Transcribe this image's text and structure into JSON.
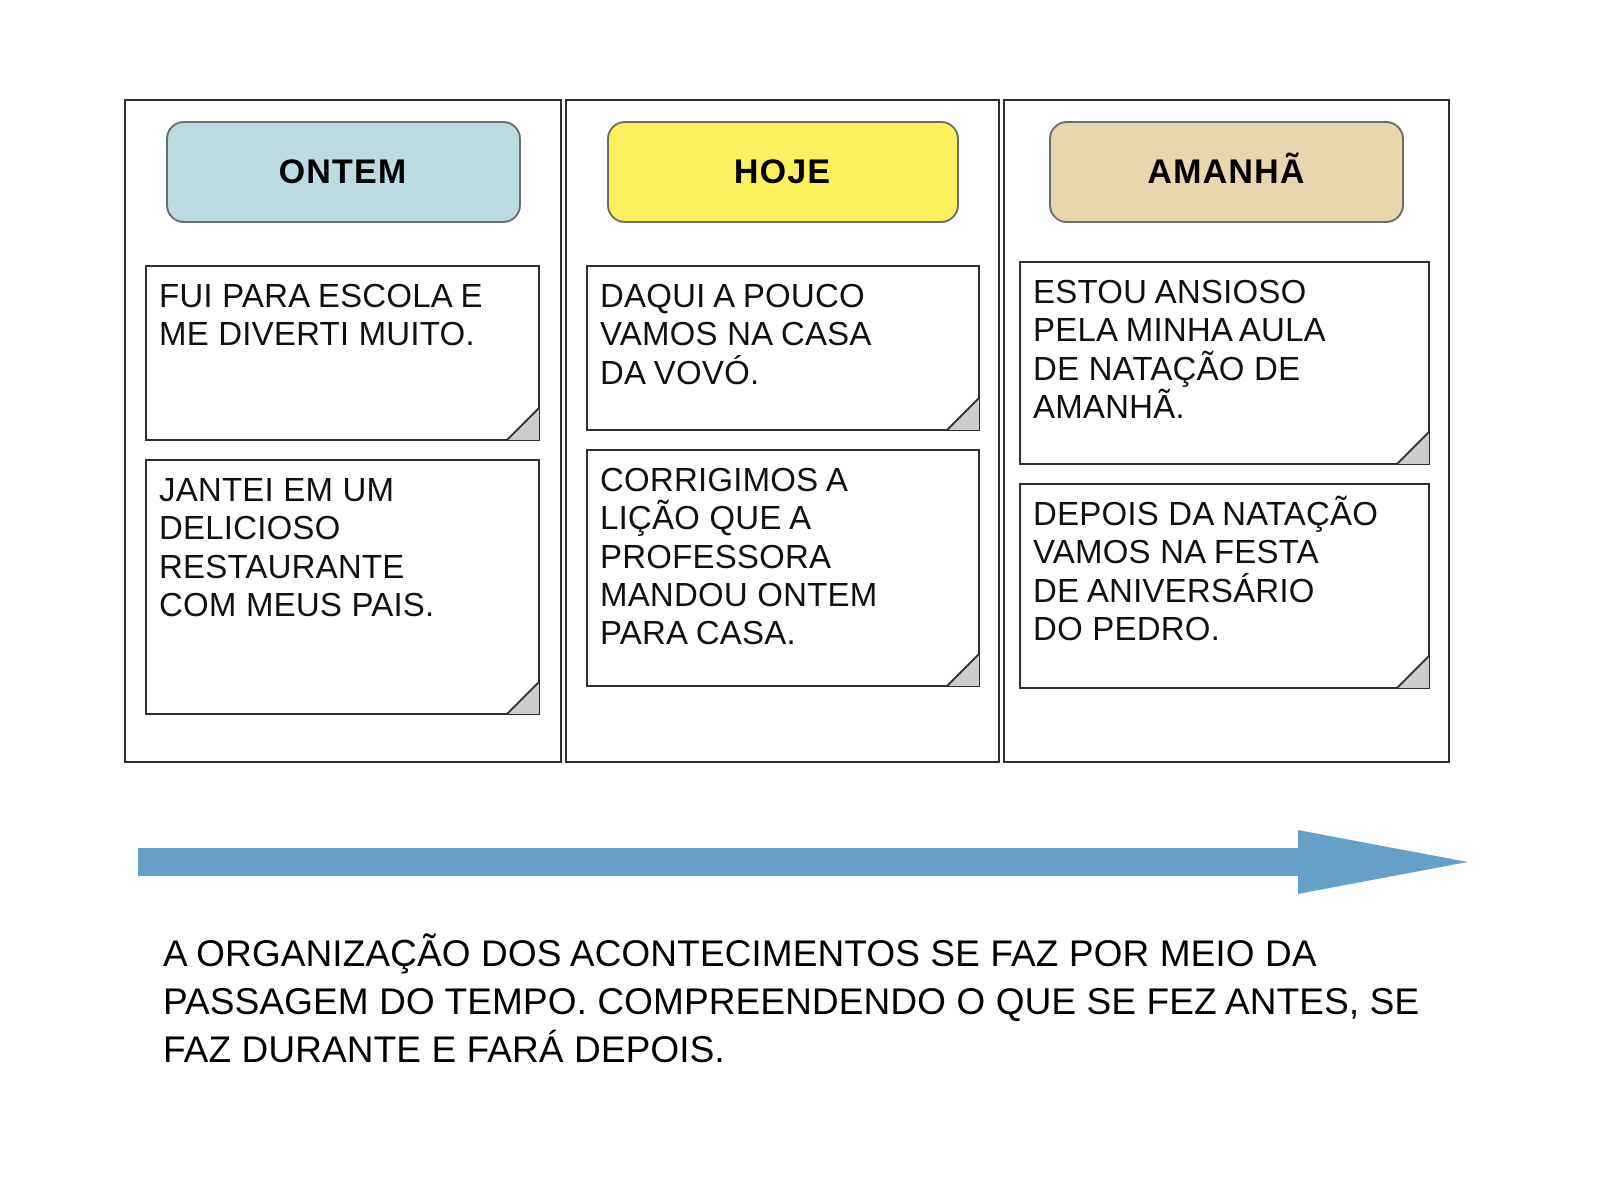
{
  "slide": {
    "columns": [
      {
        "id": "ontem",
        "header_label": "ONTEM",
        "header_color": "#BCDCE2",
        "notes": [
          "FUI PARA ESCOLA E\nME DIVERTI MUITO.",
          "JANTEI EM UM\nDELICIOSO\nRESTAURANTE\nCOM MEUS PAIS."
        ]
      },
      {
        "id": "hoje",
        "header_label": "HOJE",
        "header_color": "#FCF05E",
        "notes": [
          "DAQUI A POUCO\nVAMOS NA CASA\nDA VOVÓ.",
          "CORRIGIMOS A\nLIÇÃO QUE A\nPROFESSORA\nMANDOU ONTEM\nPARA CASA."
        ]
      },
      {
        "id": "amanha",
        "header_label": "AMANHÃ",
        "header_color": "#E8D7AC",
        "notes": [
          "ESTOU ANSIOSO\nPELA MINHA AULA\nDE NATAÇÃO DE\nAMANHÃ.",
          "DEPOIS DA NATAÇÃO\nVAMOS NA FESTA\nDE ANIVERSÁRIO\nDO PEDRO."
        ]
      }
    ],
    "arrow": {
      "name": "timeline-arrow",
      "color": "#64A0C8",
      "direction": "right"
    },
    "caption": "A ORGANIZAÇÃO DOS ACONTECIMENTOS SE FAZ POR MEIO DA PASSAGEM DO TEMPO. COMPREENDENDO O QUE SE FEZ ANTES, SE FAZ DURANTE E FARÁ DEPOIS."
  }
}
